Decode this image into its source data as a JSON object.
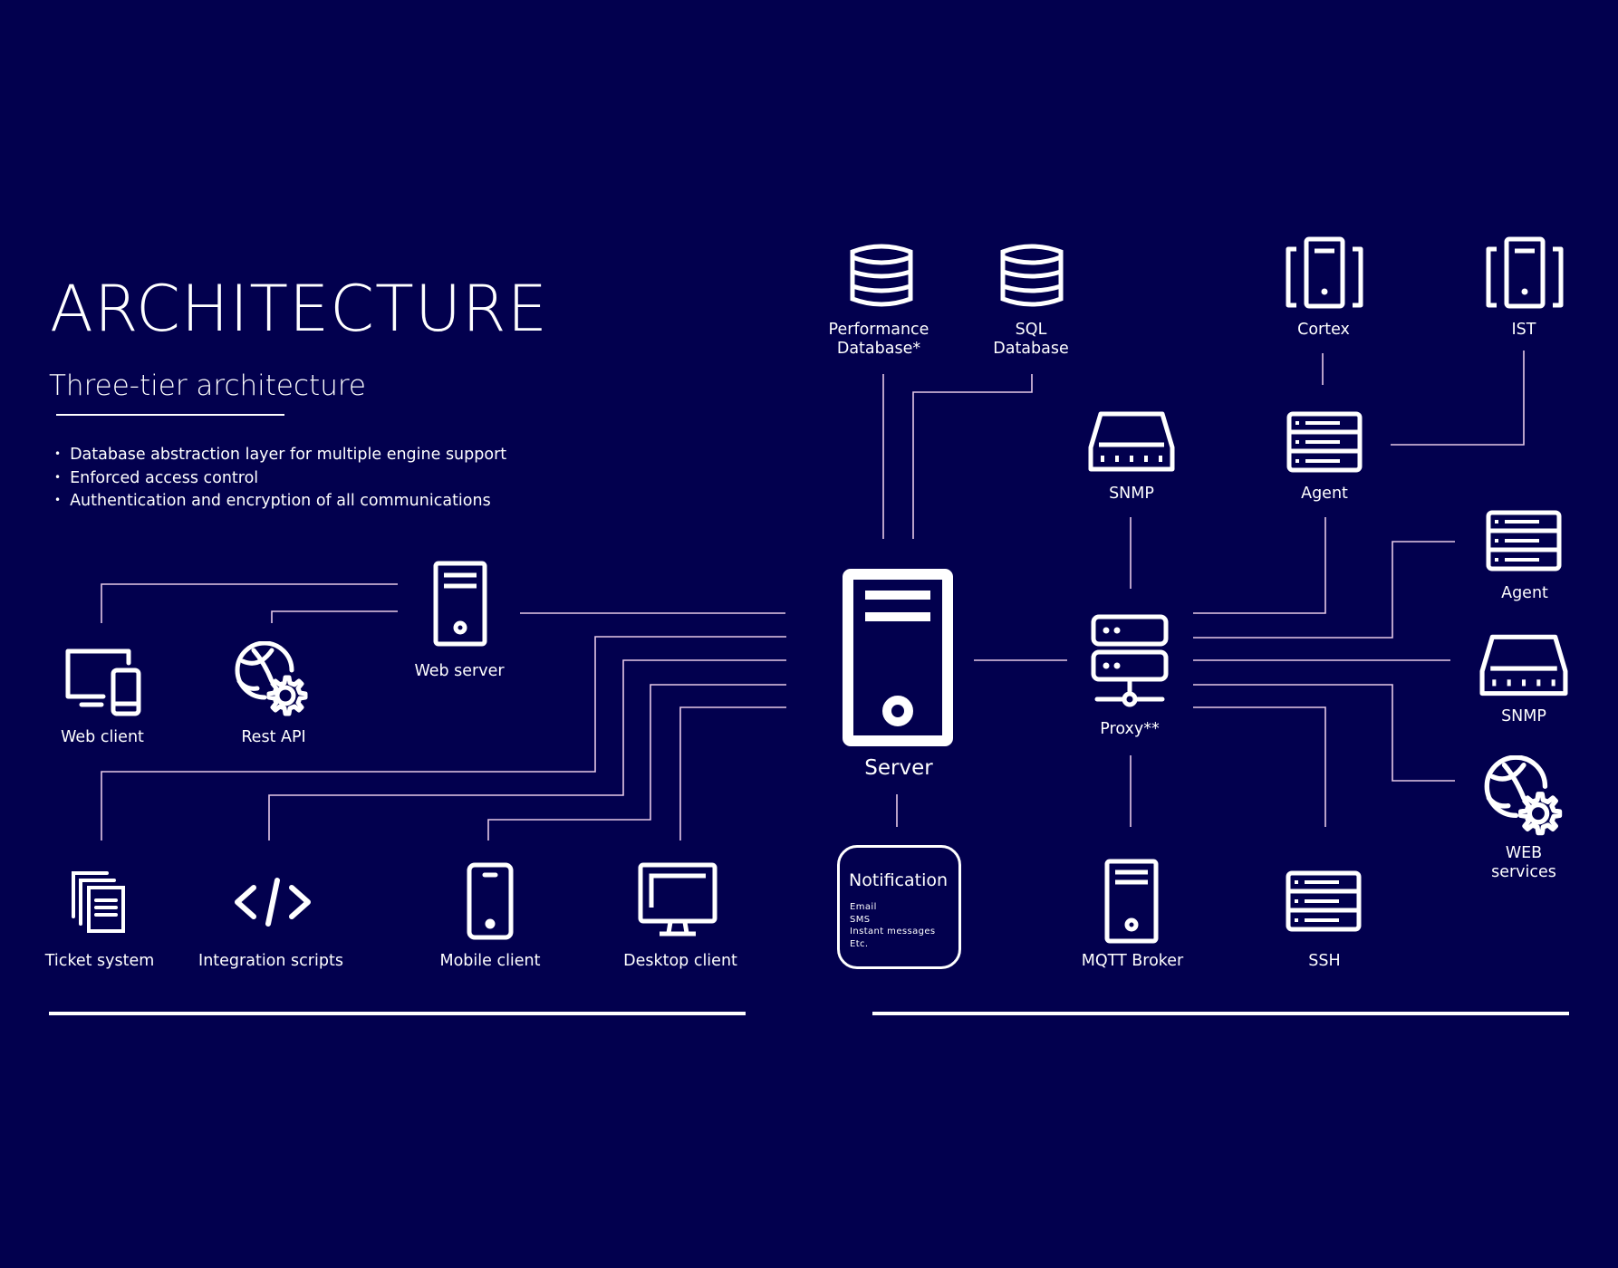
{
  "header": {
    "title": "ARCHITECTURE",
    "subtitle": "Three-tier architecture",
    "bullets": [
      "Database abstraction layer for multiple engine support",
      "Enforced access control",
      "Authentication and encryption of all communications"
    ]
  },
  "colors": {
    "background": "#02004e",
    "foreground": "#ffffff",
    "connector": "#e6c9e6"
  },
  "nodes": {
    "web_client": {
      "label": "Web client",
      "icon": "devices-icon"
    },
    "rest_api": {
      "label": "Rest API",
      "icon": "globe-gear-icon"
    },
    "web_server": {
      "label": "Web server",
      "icon": "server-tower-icon"
    },
    "ticket_system": {
      "label": "Ticket system",
      "icon": "documents-icon"
    },
    "integration_scripts": {
      "label": "Integration scripts",
      "icon": "code-icon"
    },
    "mobile_client": {
      "label": "Mobile client",
      "icon": "mobile-phone-icon"
    },
    "desktop_client": {
      "label": "Desktop client",
      "icon": "monitor-icon"
    },
    "server": {
      "label": "Server",
      "icon": "server-tower-icon"
    },
    "performance_db": {
      "label_line1": "Performance",
      "label_line2": "Database*",
      "icon": "database-icon"
    },
    "sql_db": {
      "label_line1": "SQL",
      "label_line2": "Database",
      "icon": "database-icon"
    },
    "notification": {
      "title": "Notification",
      "items": [
        "Email",
        "SMS",
        "Instant messages",
        "Etc."
      ]
    },
    "snmp_top": {
      "label": "SNMP",
      "icon": "network-switch-icon"
    },
    "proxy": {
      "label": "Proxy**",
      "icon": "network-server-icon"
    },
    "mqtt_broker": {
      "label": "MQTT Broker",
      "icon": "server-tower-icon"
    },
    "cortex": {
      "label": "Cortex",
      "icon": "server-cluster-icon"
    },
    "ist": {
      "label": "IST",
      "icon": "server-cluster-icon"
    },
    "agent_top": {
      "label": "Agent",
      "icon": "server-rack-icon"
    },
    "agent_right": {
      "label": "Agent",
      "icon": "server-rack-icon"
    },
    "snmp_right": {
      "label": "SNMP",
      "icon": "network-switch-icon"
    },
    "web_services": {
      "label_line1": "WEB",
      "label_line2": "services",
      "icon": "globe-gear-icon"
    },
    "ssh": {
      "label": "SSH",
      "icon": "server-rack-icon"
    }
  }
}
